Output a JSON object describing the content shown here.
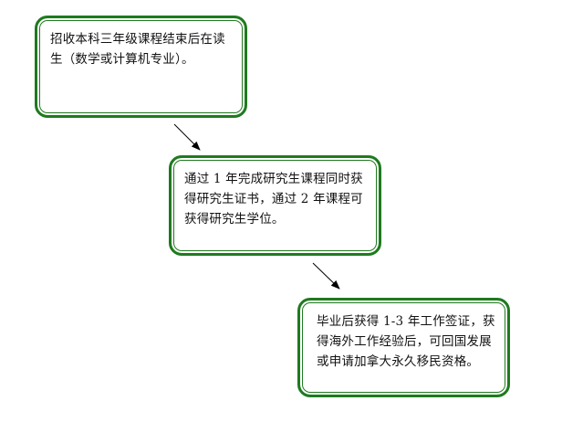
{
  "steps": [
    {
      "text": "招收本科三年级课程结束后在读生（数学或计算机专业）。"
    },
    {
      "text": "通过 1 年完成研究生课程同时获得研究生证书，通过 2 年课程可获得研究生学位。"
    },
    {
      "text": "毕业后获得 1-3 年工作签证，获得海外工作经验后，可回国发展或申请加拿大永久移民资格。"
    }
  ],
  "colors": {
    "box_border": "#1f7a1f",
    "arrow": "#000000"
  }
}
